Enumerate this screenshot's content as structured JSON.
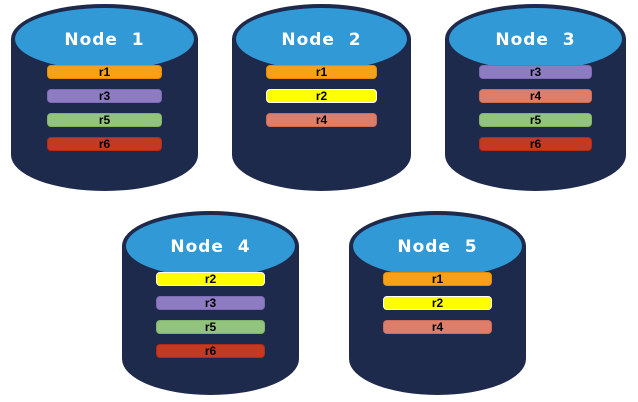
{
  "canvas": {
    "background": "#FFFFFF"
  },
  "cylinder": {
    "body_color": "#1E2A4C",
    "top_color": "#3199D6",
    "title_color": "#FFFFFF"
  },
  "replica_colors": {
    "r1": {
      "fill": "#F9A01B",
      "border": "#E08E00"
    },
    "r2": {
      "fill": "#FFFF00",
      "border": "#FFFFFF"
    },
    "r3": {
      "fill": "#8E7CC3",
      "border": "#7D6BB3"
    },
    "r4": {
      "fill": "#DD7E6B",
      "border": "#CC6D5A"
    },
    "r5": {
      "fill": "#93C47D",
      "border": "#82B36C"
    },
    "r6": {
      "fill": "#C33A22",
      "border": "#B22A18"
    }
  },
  "nodes": [
    {
      "title": "Node  1",
      "bars": [
        "r1",
        "r3",
        "r5",
        "r6"
      ]
    },
    {
      "title": "Node  2",
      "bars": [
        "r1",
        "r2",
        "r4"
      ]
    },
    {
      "title": "Node  3",
      "bars": [
        "r3",
        "r4",
        "r5",
        "r6"
      ]
    },
    {
      "title": "Node  4",
      "bars": [
        "r2",
        "r3",
        "r5",
        "r6"
      ]
    },
    {
      "title": "Node  5",
      "bars": [
        "r1",
        "r2",
        "r4"
      ]
    }
  ]
}
